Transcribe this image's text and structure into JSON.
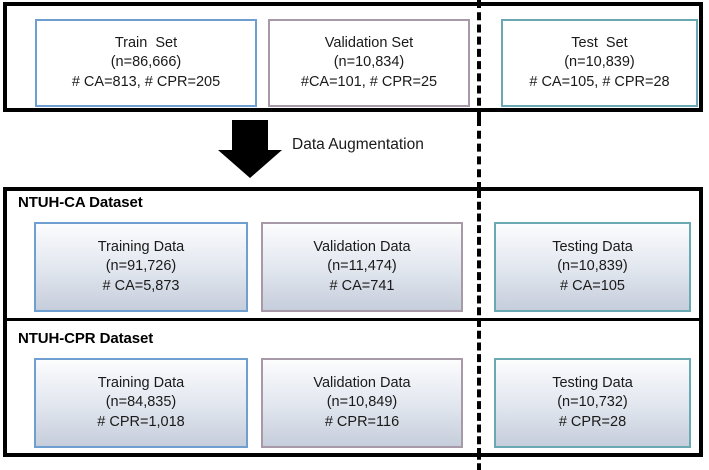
{
  "figure": {
    "augmentation_label": "Data Augmentation",
    "arrow_icon": "down-arrow-icon",
    "dashed_separator": "vertical-dashed-divider"
  },
  "colors": {
    "border_train": "#6f9fd0",
    "border_validation": "#a899a8",
    "border_test": "#6aa8b4",
    "frame": "#000000",
    "box_gradient_top": "#fdfdfe",
    "box_gradient_bottom": "#c6cedc"
  },
  "rows": [
    {
      "id": "original-split",
      "title": "",
      "boxes": [
        {
          "name": "train-set",
          "lines": [
            "Train  Set",
            "(n=86,666)",
            "# CA=813, # CPR=205"
          ]
        },
        {
          "name": "validation-set",
          "lines": [
            "Validation Set",
            "(n=10,834)",
            "#CA=101, # CPR=25"
          ]
        },
        {
          "name": "test-set",
          "lines": [
            "Test  Set",
            "(n=10,839)",
            "# CA=105, # CPR=28"
          ]
        }
      ]
    },
    {
      "id": "ntuh-ca",
      "title": "NTUH-CA Dataset",
      "boxes": [
        {
          "name": "training-data",
          "lines": [
            "Training Data",
            "(n=91,726)",
            "# CA=5,873"
          ]
        },
        {
          "name": "validation-data",
          "lines": [
            "Validation Data",
            "(n=11,474)",
            "# CA=741"
          ]
        },
        {
          "name": "testing-data",
          "lines": [
            "Testing Data",
            "(n=10,839)",
            "# CA=105"
          ]
        }
      ]
    },
    {
      "id": "ntuh-cpr",
      "title": "NTUH-CPR Dataset",
      "boxes": [
        {
          "name": "training-data",
          "lines": [
            "Training Data",
            "(n=84,835)",
            "# CPR=1,018"
          ]
        },
        {
          "name": "validation-data",
          "lines": [
            "Validation Data",
            "(n=10,849)",
            "# CPR=116"
          ]
        },
        {
          "name": "testing-data",
          "lines": [
            "Testing Data",
            "(n=10,732)",
            "# CPR=28"
          ]
        }
      ]
    }
  ]
}
